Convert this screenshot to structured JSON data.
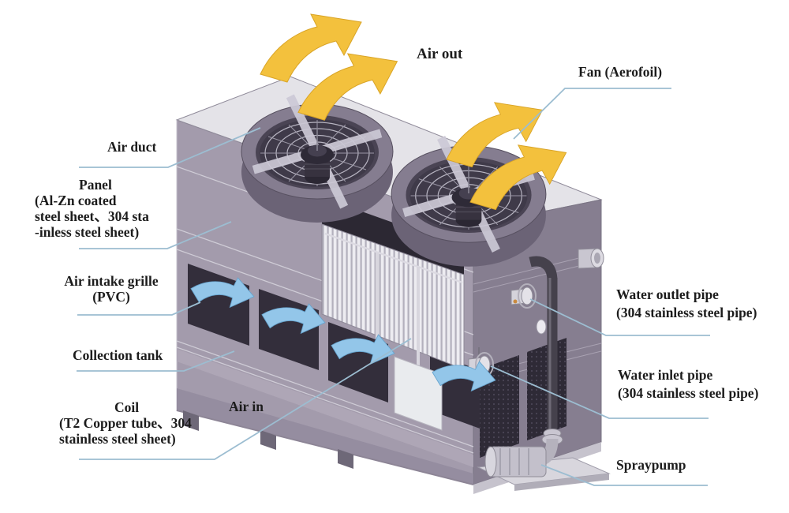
{
  "labels": {
    "air_out": {
      "text": "Air out"
    },
    "fan": {
      "text": "Fan (Aerofoil)"
    },
    "air_duct": {
      "text": "Air duct"
    },
    "panel": {
      "line1": "Panel",
      "line2": "(Al-Zn coated",
      "line3": "steel sheet、304 sta",
      "line4": "-inless steel sheet)"
    },
    "air_intake": {
      "line1": "Air intake grille",
      "line2": "(PVC)"
    },
    "collection_tank": {
      "text": "Collection tank"
    },
    "coil": {
      "line1": "Coil",
      "line2": "(T2 Copper tube、304",
      "line3": "stainless steel sheet)"
    },
    "air_in": {
      "text": "Air in"
    },
    "water_outlet": {
      "line1": "Water outlet pipe",
      "line2": "(304 stainless steel pipe)"
    },
    "water_inlet": {
      "line1": "Water inlet pipe",
      "line2": "(304 stainless steel pipe)"
    },
    "spraypump": {
      "text": "Spraypump"
    }
  },
  "colors": {
    "yellow_arrow": "#f3c13d",
    "yellow_arrow_edge": "#d9a426",
    "blue_arrow": "#93c6e9",
    "blue_arrow_edge": "#66a3cd",
    "leader_line": "#9cbdd1",
    "top_face": "#e4e3e8",
    "front_face": "#a39bac",
    "right_face": "#867e90",
    "grille_dark": "#332e3b",
    "text": "#1c1c1c"
  }
}
